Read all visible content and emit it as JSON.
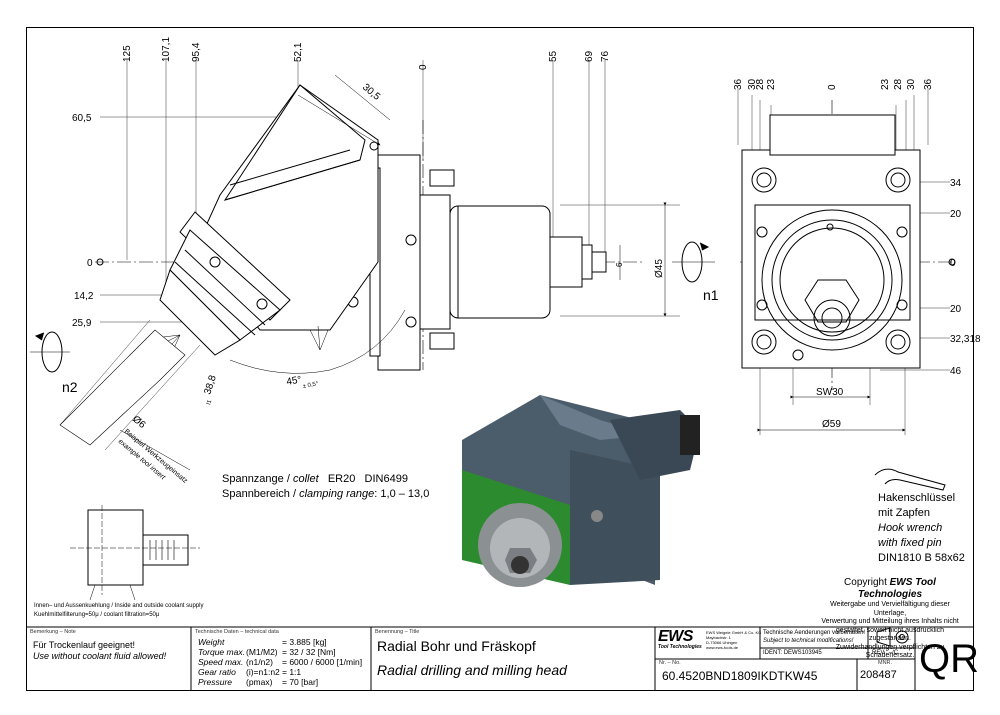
{
  "dimensions_top_left": [
    "125",
    "107,1",
    "95,4",
    "52,1",
    "30,5",
    "0",
    "55",
    "69",
    "76"
  ],
  "dimensions_left": [
    "60,5",
    "0",
    "14,2",
    "25,9"
  ],
  "dimensions_right_top": [
    "36",
    "30",
    "28",
    "23",
    "0",
    "23",
    "28",
    "30",
    "36"
  ],
  "dimensions_right_side": [
    "34",
    "20",
    "0",
    "20",
    "32,318",
    "46"
  ],
  "dim_phi45": "Ø45",
  "dim_6": "6",
  "dim_sw30": "SW30",
  "dim_phi59": "Ø59",
  "dim_phi6": "Ø6",
  "dim_angle": "45°",
  "dim_angle_tol": "± 0,5°",
  "dim_38_8": "38,8",
  "dim_l_prefix": "l1",
  "label_n1": "n1",
  "label_n2": "n2",
  "tool_insert_de": "Beispiel Werkzeugeinsatz",
  "tool_insert_en": "example tool insert",
  "collet": {
    "label_de": "Spannzange /",
    "label_en": "collet",
    "value": "ER20",
    "norm": "DIN6499",
    "range_de": "Spannbereich /",
    "range_en": "clamping range",
    "range_value": ": 1,0 – 13,0"
  },
  "hook_wrench": {
    "line1": "Hakenschlüssel",
    "line2": "mit Zapfen",
    "line3": "Hook wrench",
    "line4": "with fixed pin",
    "line5": "DIN1810 B 58x62"
  },
  "coolant": {
    "line1": "Innen– und Aussenkuehlung / Inside and outside coolant supply",
    "line2": "Kuehlmittelfilterung=50μ / coolant filtration=50μ"
  },
  "copyright": {
    "title_prefix": "Copyright",
    "title_brand": "EWS",
    "title_suffix": "Tool Technologies",
    "line1": "Weitergabe und Vervielfältigung dieser Unterlage,",
    "line2": "Verwertung und Mitteilung ihres Inhalts nicht",
    "line3": "gestattet, soweit nicht ausdrücklich zugestanden.",
    "line4": "Zuwiderhandlungen verpflichten zu Schadenersatz."
  },
  "title_block": {
    "remark_head": "Bemerkung – Note",
    "remark_de": "Für Trockenlauf geeignet!",
    "remark_en": "Use without coolant fluid allowed!",
    "tech_head": "Technische Daten – technical data",
    "tech_rows": [
      {
        "label": "Weight",
        "unit": "",
        "value": "= 3.885 [kg]"
      },
      {
        "label": "Torque max.",
        "unit": "(M1/M2)",
        "value": "= 32 / 32 [Nm]"
      },
      {
        "label": "Speed max.",
        "unit": "(n1/n2)",
        "value": "= 6000 / 6000 [1/min]"
      },
      {
        "label": "Gear ratio",
        "unit": "(i)=n1:n2",
        "value": "= 1:1"
      },
      {
        "label": "Pressure",
        "unit": "(pmax)",
        "value": "= 70 [bar]"
      }
    ],
    "name_head": "Benennung – Title",
    "name_de": "Radial Bohr und Fräskopf",
    "name_en": "Radial drilling and milling head",
    "logo": "EWS",
    "logo_sub": "Tool Technologies",
    "company_l1": "EWS Weigele GmbH & Co. KG",
    "company_l2": "Maybachstr. 1",
    "company_l3": "D-73066 Uhingen",
    "company_l4": "www.ews-tools.de",
    "changes_de": "Technische Aenderungen vorbehalten!",
    "changes_en": "Subject to technical modifications!",
    "ident_label": "IDENT:",
    "ident_value": "DEWS103945",
    "rev_label": "REV.:",
    "rev_value": "–/C",
    "nr_head": "Nr. – No.",
    "nr_value": "60.4520BND1809IKDTKW45",
    "mnr_head": "MNR.",
    "mnr_value": "208487",
    "qr": "QR"
  }
}
